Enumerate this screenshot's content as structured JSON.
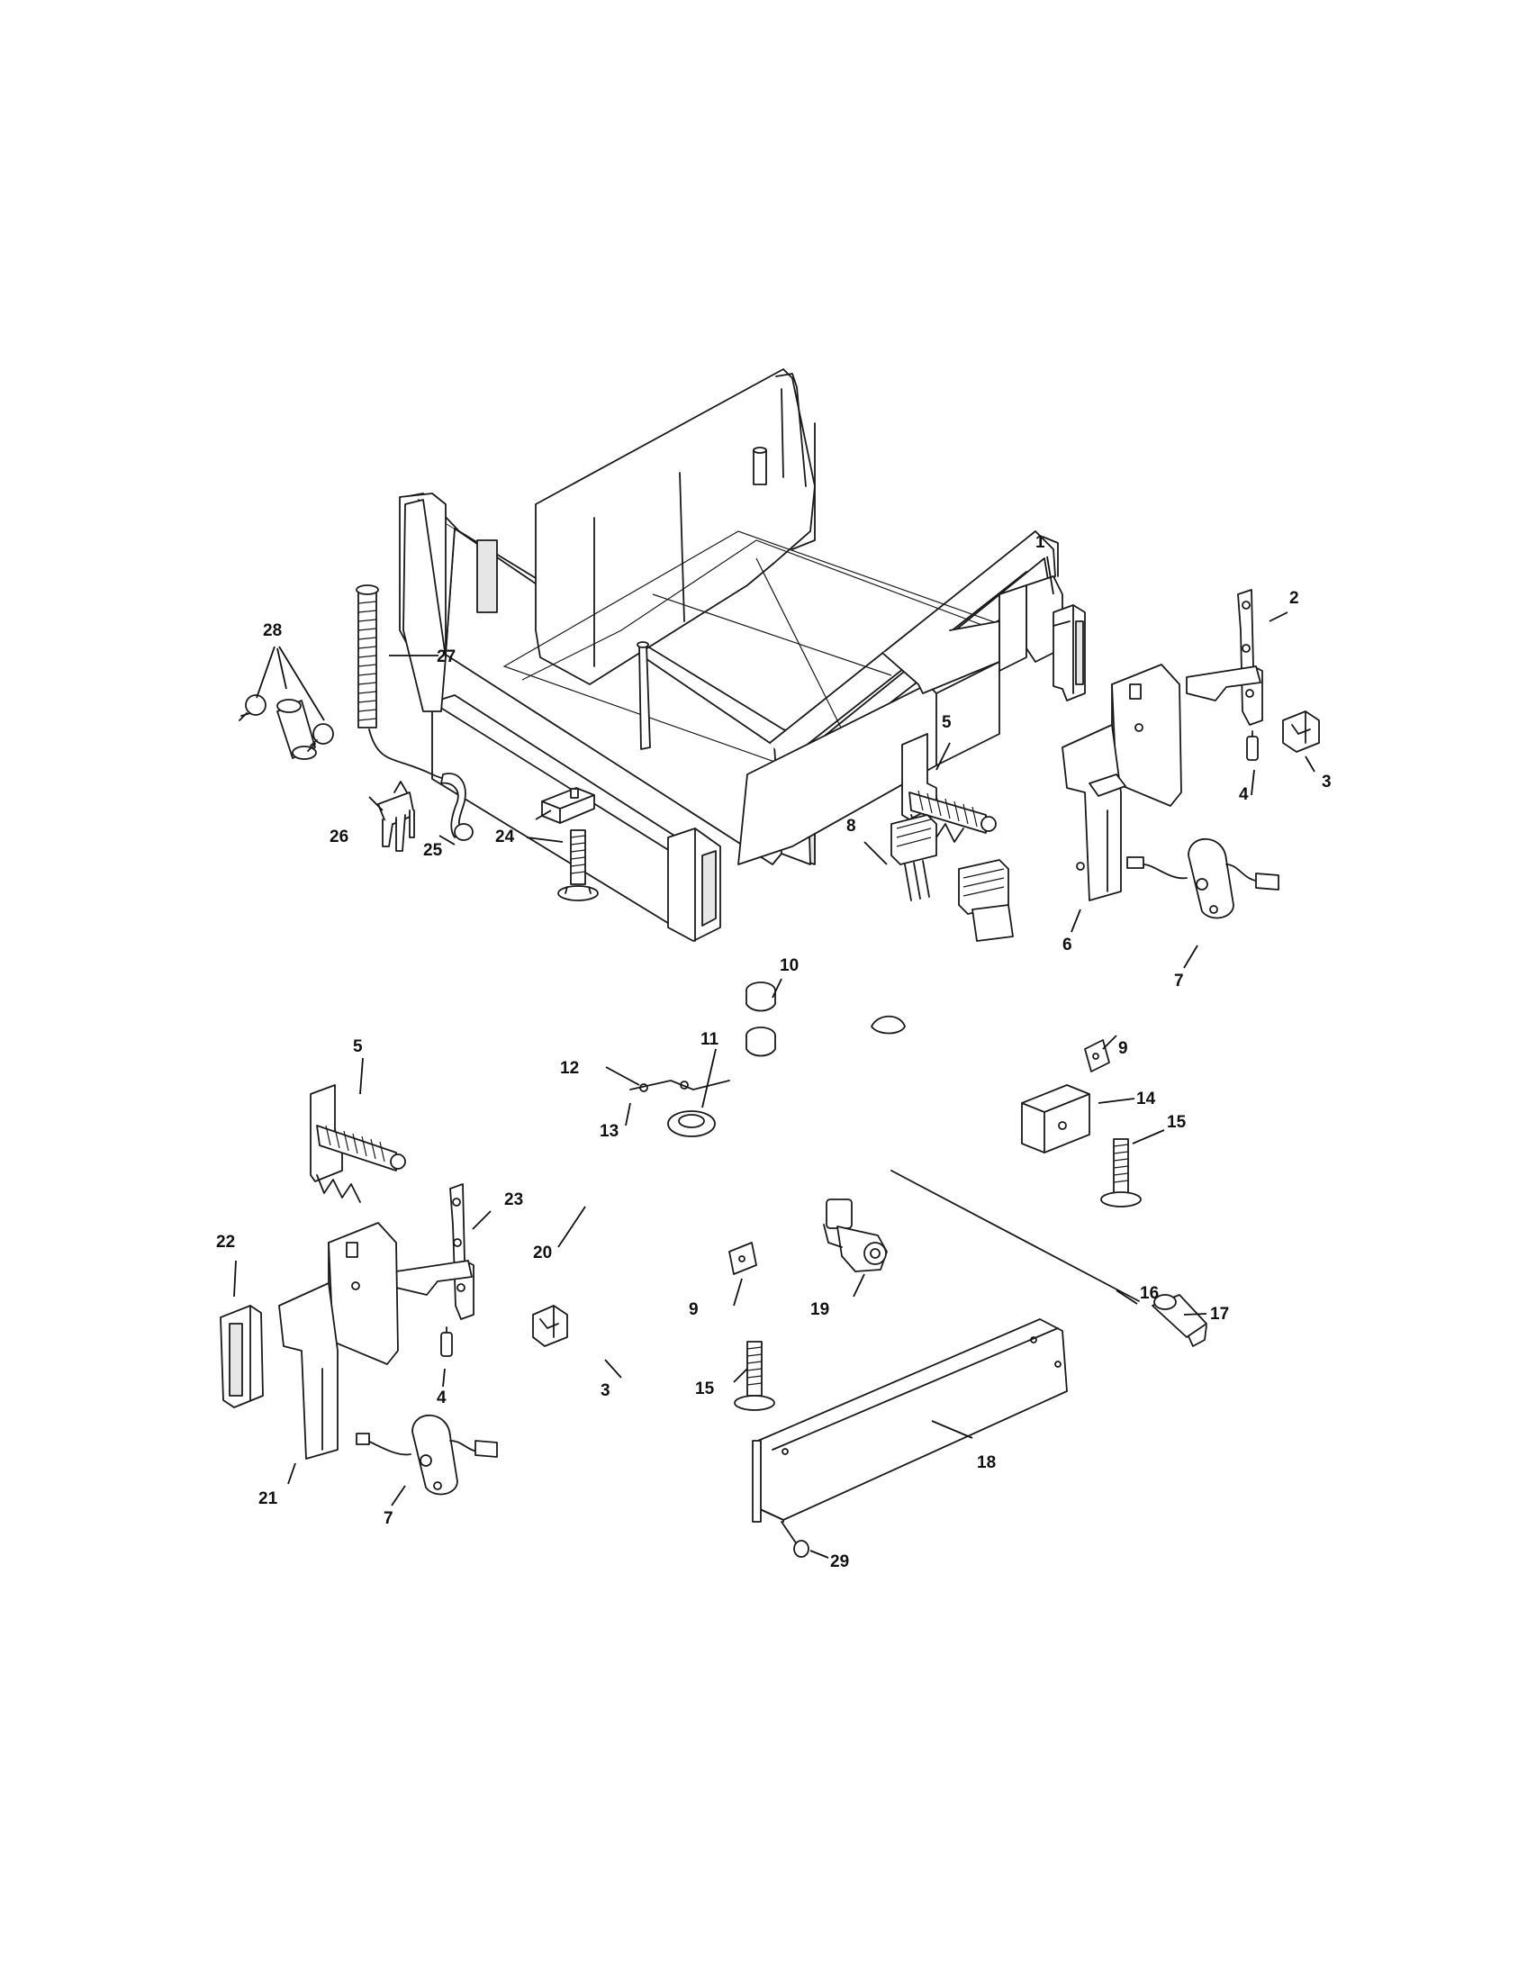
{
  "diagram": {
    "callouts": [
      {
        "id": "c1",
        "label": "1"
      },
      {
        "id": "c2",
        "label": "2"
      },
      {
        "id": "c3a",
        "label": "3"
      },
      {
        "id": "c3b",
        "label": "3"
      },
      {
        "id": "c4a",
        "label": "4"
      },
      {
        "id": "c4b",
        "label": "4"
      },
      {
        "id": "c5a",
        "label": "5"
      },
      {
        "id": "c5b",
        "label": "5"
      },
      {
        "id": "c6",
        "label": "6"
      },
      {
        "id": "c7a",
        "label": "7"
      },
      {
        "id": "c7b",
        "label": "7"
      },
      {
        "id": "c8",
        "label": "8"
      },
      {
        "id": "c9a",
        "label": "9"
      },
      {
        "id": "c9b",
        "label": "9"
      },
      {
        "id": "c10",
        "label": "10"
      },
      {
        "id": "c11",
        "label": "11"
      },
      {
        "id": "c12",
        "label": "12"
      },
      {
        "id": "c13",
        "label": "13"
      },
      {
        "id": "c14",
        "label": "14"
      },
      {
        "id": "c15a",
        "label": "15"
      },
      {
        "id": "c15b",
        "label": "15"
      },
      {
        "id": "c16",
        "label": "16"
      },
      {
        "id": "c17",
        "label": "17"
      },
      {
        "id": "c18",
        "label": "18"
      },
      {
        "id": "c19",
        "label": "19"
      },
      {
        "id": "c20",
        "label": "20"
      },
      {
        "id": "c21",
        "label": "21"
      },
      {
        "id": "c22",
        "label": "22"
      },
      {
        "id": "c23",
        "label": "23"
      },
      {
        "id": "c24",
        "label": "24"
      },
      {
        "id": "c25",
        "label": "25"
      },
      {
        "id": "c26",
        "label": "26"
      },
      {
        "id": "c27",
        "label": "27"
      },
      {
        "id": "c28",
        "label": "28"
      },
      {
        "id": "c29",
        "label": "29"
      }
    ]
  }
}
